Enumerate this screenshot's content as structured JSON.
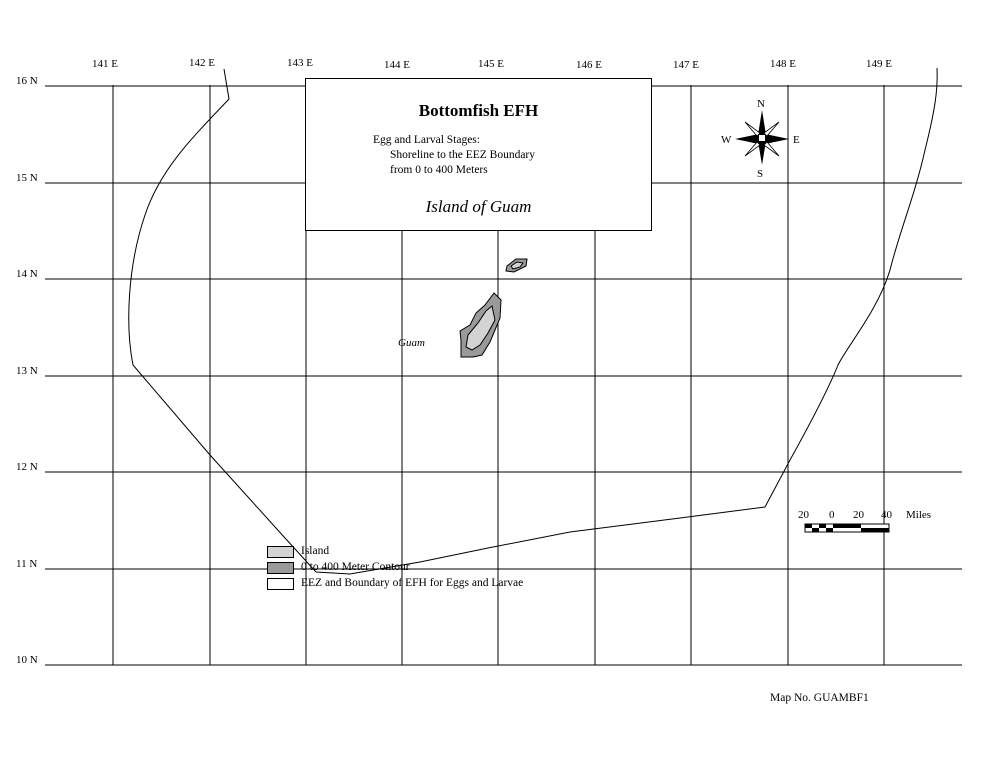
{
  "title": "Bottomfish EFH",
  "description_lines": [
    "Egg and Larval Stages:",
    "Shoreline to the EEZ Boundary",
    "from 0 to 400 Meters"
  ],
  "subtitle": "Island of Guam",
  "island_label": "Guam",
  "longitude_labels": [
    "141 E",
    "142 E",
    "143 E",
    "144 E",
    "145 E",
    "146 E",
    "147 E",
    "148 E",
    "149 E"
  ],
  "latitude_labels": [
    "16 N",
    "15 N",
    "14 N",
    "13 N",
    "12 N",
    "11 N",
    "10 N"
  ],
  "compass": {
    "north": "N",
    "south": "S",
    "east": "E",
    "west": "W"
  },
  "scale_bar": {
    "ticks": [
      "20",
      "0",
      "20",
      "40"
    ],
    "unit": "Miles"
  },
  "legend": [
    {
      "label": "Island",
      "color": "#d3d3d3"
    },
    {
      "label": "0 to 400 Meter Contour",
      "color": "#9a9a9a"
    },
    {
      "label": "EEZ and Boundary of EFH for Eggs and Larvae",
      "color": "#ffffff"
    }
  ],
  "map_number": "Map No. GUAMBF1"
}
